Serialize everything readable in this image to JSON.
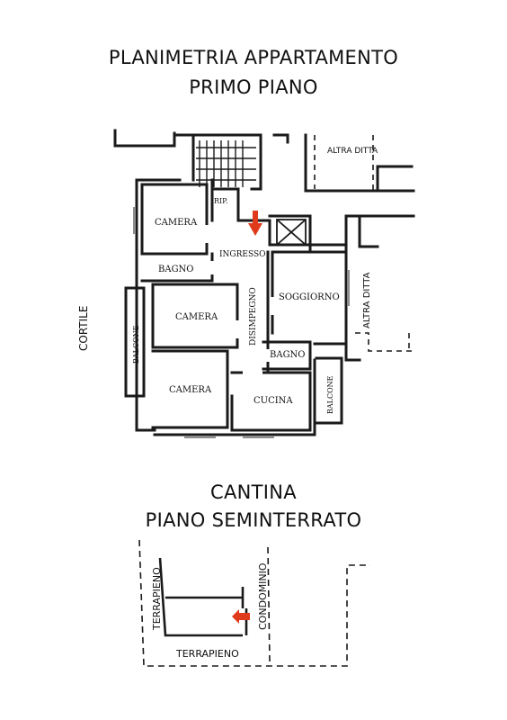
{
  "floor": {
    "title_line1": "PLANIMETRIA APPARTAMENTO",
    "title_line2": "PRIMO PIANO",
    "labels": {
      "altra_ditta_top": "ALTRA DITTA",
      "altra_ditta_side": "ALTRA DITTA",
      "rip": "RIP.",
      "camera_1": "CAMERA",
      "camera_2": "CAMERA",
      "camera_3": "CAMERA",
      "ingresso": "INGRESSO",
      "bagno_1": "BAGNO",
      "bagno_2": "BAGNO",
      "soggiorno": "SOGGIORNO",
      "disimpegno": "DISIMPEGNO",
      "cucina": "CUCINA",
      "balcone_left": "BALCONE",
      "balcone_right": "BALCONE",
      "cortile": "CORTILE"
    }
  },
  "cellar": {
    "title_line1": "CANTINA",
    "title_line2": "PIANO SEMINTERRATO",
    "labels": {
      "terrapieno_left": "TERRAPIENO",
      "terrapieno_bottom": "TERRAPIENO",
      "condominio": "CONDOMINIO"
    }
  },
  "colors": {
    "wall": "#1a1a1a",
    "arrow": "#e03a1c",
    "background": "#ffffff"
  }
}
